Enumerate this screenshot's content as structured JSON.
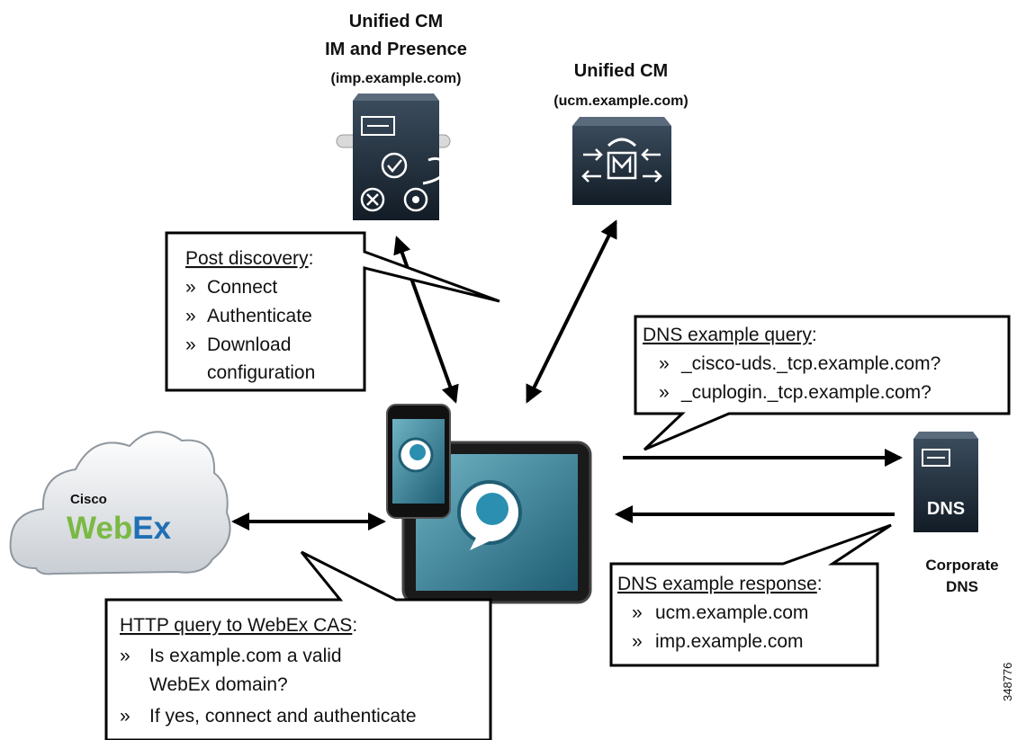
{
  "imp_server": {
    "title_line1": "Unified CM",
    "title_line2": "IM and Presence",
    "host": "(imp.example.com)"
  },
  "ucm_server": {
    "title": "Unified CM",
    "host": "(ucm.example.com)"
  },
  "dns_server": {
    "box_label": "DNS",
    "caption_line1": "Corporate",
    "caption_line2": "DNS"
  },
  "webex_cloud": {
    "cisco": "Cisco",
    "web": "Web",
    "ex": "Ex"
  },
  "callout_post_discovery": {
    "title": "Post discovery",
    "title_suffix": ":",
    "bullet": "»",
    "items": [
      "Connect",
      "Authenticate",
      "Download",
      "configuration"
    ]
  },
  "callout_dns_query": {
    "title": "DNS example query",
    "title_suffix": ":",
    "bullet": "»",
    "items": [
      "_cisco-uds._tcp.example.com?",
      "_cuplogin._tcp.example.com?"
    ]
  },
  "callout_dns_response": {
    "title": "DNS example response",
    "title_suffix": ":",
    "bullet": "»",
    "items": [
      "ucm.example.com",
      "imp.example.com"
    ]
  },
  "callout_http": {
    "title": "HTTP query to WebEx CAS",
    "title_suffix": ":",
    "bullet": "»",
    "items": [
      "Is example.com a valid",
      "WebEx domain?",
      "If yes, connect and authenticate"
    ]
  },
  "figure_number": "348776",
  "colors": {
    "webex_green": "#7ab943",
    "webex_blue": "#1f6fb5",
    "device_dark": "#1a1a1a",
    "screen_teal": "#3d8fa6",
    "server_dark": "#1c2a38"
  }
}
